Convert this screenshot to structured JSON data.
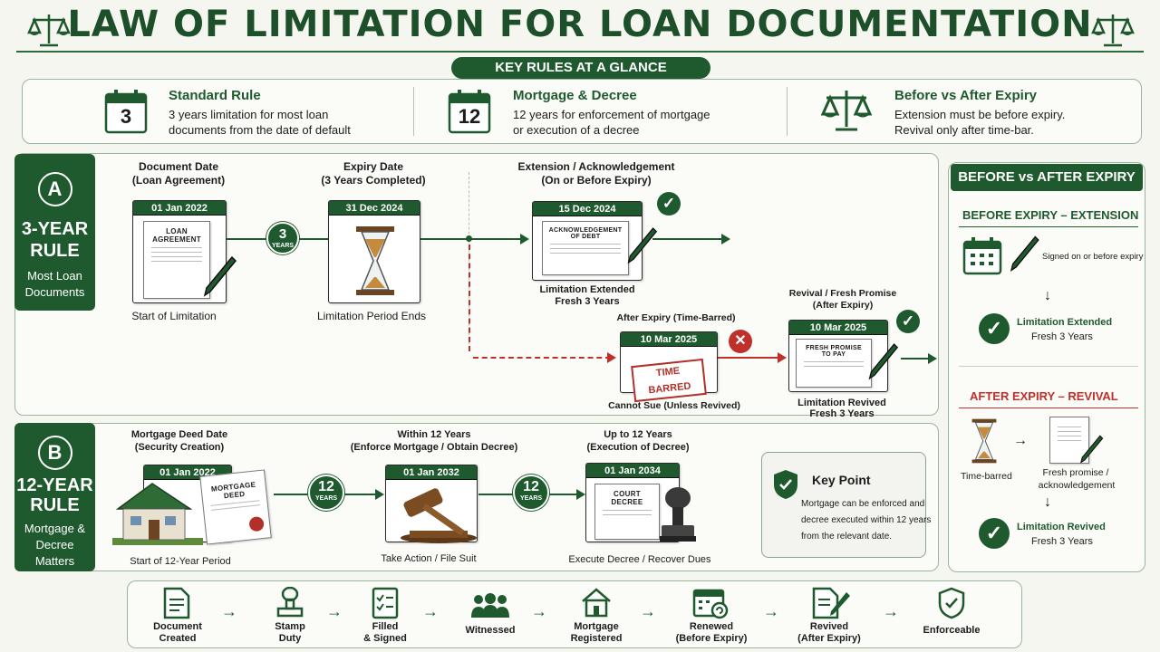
{
  "header": {
    "title": "LAW OF LIMITATION FOR LOAN DOCUMENTATION",
    "subtitle_pill": "KEY RULES AT A GLANCE"
  },
  "rules": [
    {
      "heading": "Standard Rule",
      "badge": "3",
      "line1": "3 years limitation for most loan",
      "line2": "documents from the date of default"
    },
    {
      "heading": "Mortgage & Decree",
      "badge": "12",
      "line1": "12 years for enforcement of mortgage",
      "line2": "or execution of a decree"
    },
    {
      "heading": "Before vs After Expiry",
      "line1": "Extension must be before expiry.",
      "line2": "Revival only after time-bar."
    }
  ],
  "sectionA": {
    "letter": "A",
    "title1": "3-YEAR",
    "title2": "RULE",
    "sub1": "Most Loan",
    "sub2": "Documents",
    "doc_head1": "Document Date",
    "doc_head2": "(Loan Agreement)",
    "doc_date": "01 Jan 2022",
    "doc_paper1": "LOAN",
    "doc_paper2": "AGREEMENT",
    "doc_foot": "Start of Limitation",
    "badge_num": "3",
    "badge_unit": "YEARS",
    "exp_head1": "Expiry Date",
    "exp_head2": "(3 Years Completed)",
    "exp_date": "31 Dec 2024",
    "exp_foot": "Limitation Period Ends",
    "ext_head1": "Extension / Acknowledgement",
    "ext_head2": "(On or Before Expiry)",
    "ext_date": "15 Dec 2024",
    "ext_paper1": "ACKNOWLEDGEMENT",
    "ext_paper2": "OF DEBT",
    "ext_foot1": "Limitation Extended",
    "ext_foot2": "Fresh 3 Years",
    "tb_head": "After Expiry (Time-Barred)",
    "tb_date": "10 Mar 2025",
    "tb_stamp": "TIME BARRED",
    "tb_foot": "Cannot Sue (Unless Revived)",
    "rv_head1": "Revival / Fresh Promise",
    "rv_head2": "(After Expiry)",
    "rv_date": "10 Mar 2025",
    "rv_paper1": "FRESH PROMISE",
    "rv_paper2": "TO PAY",
    "rv_foot1": "Limitation Revived",
    "rv_foot2": "Fresh 3 Years"
  },
  "sectionB": {
    "letter": "B",
    "title1": "12-YEAR",
    "title2": "RULE",
    "sub1": "Mortgage &",
    "sub2": "Decree",
    "sub3": "Matters",
    "md_head1": "Mortgage Deed Date",
    "md_head2": "(Security Creation)",
    "md_date": "01 Jan 2022",
    "md_paper1": "MORTGAGE",
    "md_paper2": "DEED",
    "md_foot": "Start of 12-Year Period",
    "badge_num": "12",
    "badge_unit": "YEARS",
    "w_head1": "Within 12 Years",
    "w_head2": "(Enforce Mortgage / Obtain Decree)",
    "w_date": "01 Jan 2032",
    "w_foot": "Take Action / File Suit",
    "u_head1": "Up to 12 Years",
    "u_head2": "(Execution of Decree)",
    "u_date": "01 Jan 2034",
    "u_paper1": "COURT",
    "u_paper2": "DECREE",
    "u_foot": "Execute Decree / Recover Dues",
    "kp_title": "Key Point",
    "kp_1": "Mortgage can be enforced and",
    "kp_2": "decree executed within 12 years",
    "kp_3": "from the relevant date."
  },
  "side": {
    "title": "BEFORE vs AFTER EXPIRY",
    "before_head": "BEFORE EXPIRY – EXTENSION",
    "before_note": "Signed on or before expiry",
    "before_res1": "Limitation Extended",
    "before_res2": "Fresh 3 Years",
    "after_head": "AFTER EXPIRY – REVIVAL",
    "after_l": "Time-barred",
    "after_r1": "Fresh promise /",
    "after_r2": "acknowledgement",
    "after_res1": "Limitation Revived",
    "after_res2": "Fresh 3 Years"
  },
  "flow": [
    {
      "l1": "Document",
      "l2": "Created"
    },
    {
      "l1": "Stamp",
      "l2": "Duty"
    },
    {
      "l1": "Filled",
      "l2": "& Signed"
    },
    {
      "l1": "Witnessed",
      "l2": ""
    },
    {
      "l1": "Mortgage",
      "l2": "Registered"
    },
    {
      "l1": "Renewed",
      "l2": "(Before Expiry)"
    },
    {
      "l1": "Revived",
      "l2": "(After Expiry)"
    },
    {
      "l1": "Enforceable",
      "l2": ""
    }
  ],
  "colors": {
    "primary": "#1f5a2e",
    "danger": "#c0302b"
  }
}
